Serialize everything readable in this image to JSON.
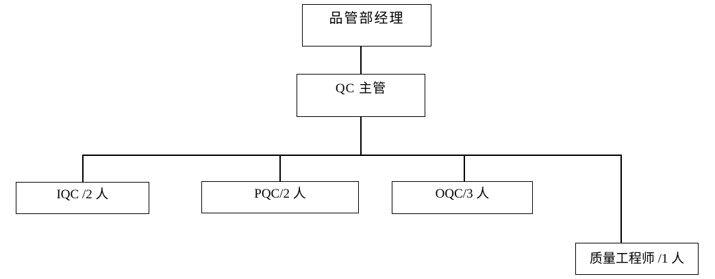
{
  "diagram": {
    "type": "org-chart",
    "background_color": "#ffffff",
    "line_color": "#000000",
    "text_color": "#000000",
    "nodes": [
      {
        "id": "manager",
        "label": "品管部经理",
        "level": 1
      },
      {
        "id": "qc-supervisor",
        "label": "QC 主管",
        "level": 2
      },
      {
        "id": "iqc",
        "label": "IQC /2 人",
        "level": 3
      },
      {
        "id": "pqc",
        "label": "PQC/2 人",
        "level": 3
      },
      {
        "id": "oqc",
        "label": "OQC/3 人",
        "level": 3
      },
      {
        "id": "quality-engineer",
        "label": "质量工程师 /1 人",
        "level": 3
      }
    ],
    "edges": [
      {
        "from": "manager",
        "to": "qc-supervisor"
      },
      {
        "from": "qc-supervisor",
        "to": "iqc"
      },
      {
        "from": "qc-supervisor",
        "to": "pqc"
      },
      {
        "from": "qc-supervisor",
        "to": "oqc"
      },
      {
        "from": "qc-supervisor",
        "to": "quality-engineer"
      }
    ]
  }
}
